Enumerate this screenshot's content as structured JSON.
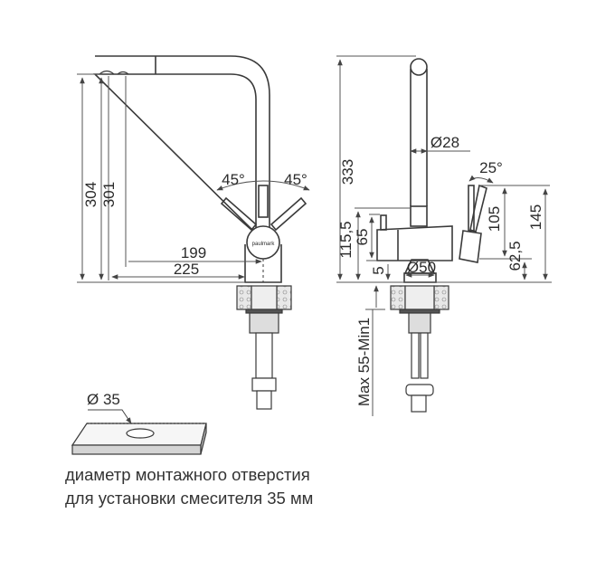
{
  "colors": {
    "line": "#3a3a3a",
    "dim_line": "#555555",
    "text": "#2b2b2b",
    "background": "#ffffff",
    "counter_fill": "#d4d4d4"
  },
  "front_view": {
    "dimensions": {
      "height_total": "304",
      "height_spout": "301",
      "lever_angle_left": "45°",
      "lever_angle_right": "45°",
      "reach_inner": "199",
      "reach_outer": "225"
    },
    "brand_label": "paulmark"
  },
  "side_view": {
    "dimensions": {
      "height_total": "333",
      "spout_diameter": "Ø28",
      "lever_angle": "25°",
      "body_height": "115,5",
      "small_tap_height": "65",
      "base_offset": "5",
      "base_diameter": "Ø50",
      "lever_height": "105",
      "lever_total_height": "145",
      "lever_base_height": "62,5",
      "countertop_thickness": "Max 55-Min1"
    }
  },
  "hole_detail": {
    "diameter_label": "Ø 35"
  },
  "caption": {
    "line1": "диаметр монтажного отверстия",
    "line2": "для установки смесителя 35 мм"
  }
}
